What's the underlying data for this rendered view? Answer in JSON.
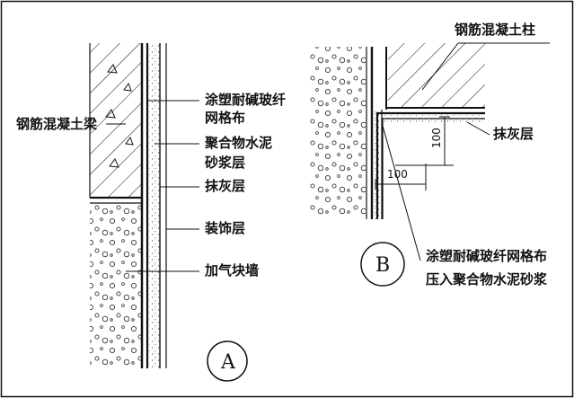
{
  "detail_a": {
    "circle_label": "A",
    "beam_label": "钢筋混凝土梁",
    "labels": {
      "mesh_line1": "涂塑耐碱玻纤",
      "mesh_line2": "网格布",
      "mortar_line1": "聚合物水泥",
      "mortar_line2": "砂浆层",
      "plaster": "抹灰层",
      "decor": "装饰层",
      "block_wall": "加气块墙"
    }
  },
  "detail_b": {
    "circle_label": "B",
    "column_label": "钢筋混凝土柱",
    "plaster": "抹灰层",
    "dim_vertical": "100",
    "dim_horizontal": "100",
    "note_line1": "涂塑耐碱玻纤网格布",
    "note_line2": "压入聚合物水泥砂浆"
  },
  "colors": {
    "ink": "#111111",
    "paper": "#ffffff"
  }
}
